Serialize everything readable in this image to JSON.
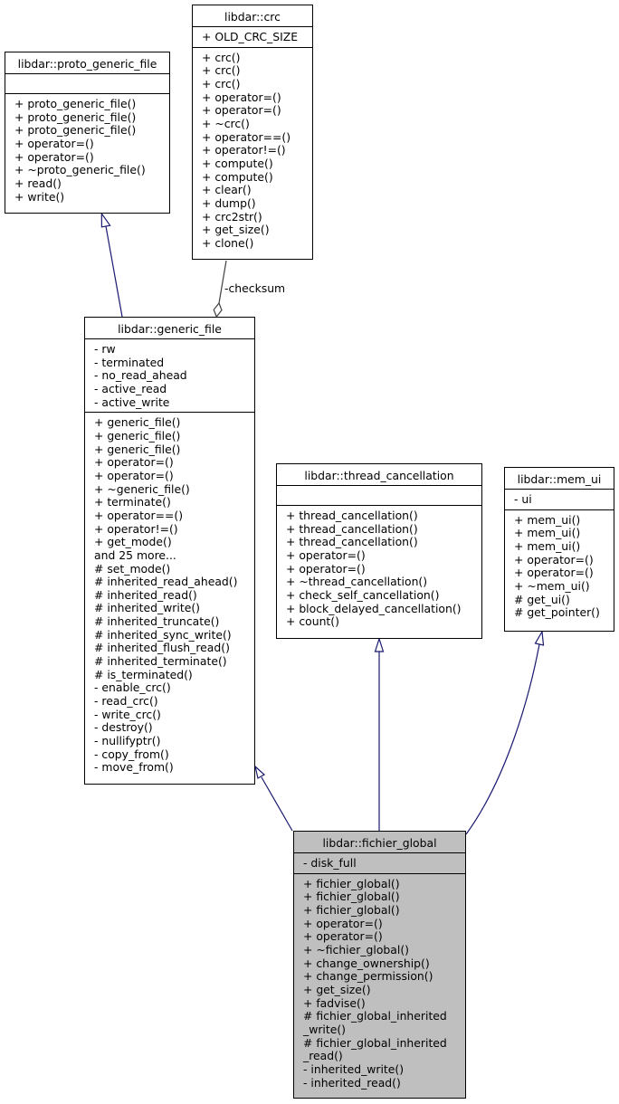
{
  "classes": [
    {
      "id": "proto",
      "title": "libdar::proto_generic_file",
      "attributes": [],
      "methods": [
        "+ proto_generic_file()",
        "+ proto_generic_file()",
        "+ proto_generic_file()",
        "+ operator=()",
        "+ operator=()",
        "+ ~proto_generic_file()",
        "+ read()",
        "+ write()"
      ]
    },
    {
      "id": "crc",
      "title": "libdar::crc",
      "attributes": [
        "+ OLD_CRC_SIZE"
      ],
      "methods": [
        "+ crc()",
        "+ crc()",
        "+ crc()",
        "+ operator=()",
        "+ operator=()",
        "+ ~crc()",
        "+ operator==()",
        "+ operator!=()",
        "+ compute()",
        "+ compute()",
        "+ clear()",
        "+ dump()",
        "+ crc2str()",
        "+ get_size()",
        "+ clone()"
      ]
    },
    {
      "id": "gf",
      "title": "libdar::generic_file",
      "attributes": [
        "- rw",
        "- terminated",
        "- no_read_ahead",
        "- active_read",
        "- active_write"
      ],
      "methods": [
        "+ generic_file()",
        "+ generic_file()",
        "+ generic_file()",
        "+ operator=()",
        "+ operator=()",
        "+ ~generic_file()",
        "+ terminate()",
        "+ operator==()",
        "+ operator!=()",
        "+ get_mode()",
        "and 25 more...",
        "# set_mode()",
        "# inherited_read_ahead()",
        "# inherited_read()",
        "# inherited_write()",
        "# inherited_truncate()",
        "# inherited_sync_write()",
        "# inherited_flush_read()",
        "# inherited_terminate()",
        "# is_terminated()",
        "- enable_crc()",
        "- read_crc()",
        "- write_crc()",
        "- destroy()",
        "- nullifyptr()",
        "- copy_from()",
        "- move_from()"
      ]
    },
    {
      "id": "tc",
      "title": "libdar::thread_cancellation",
      "attributes": [],
      "methods": [
        "+ thread_cancellation()",
        "+ thread_cancellation()",
        "+ thread_cancellation()",
        "+ operator=()",
        "+ operator=()",
        "+ ~thread_cancellation()",
        "+ check_self_cancellation()",
        "+ block_delayed_cancellation()",
        "+ count()"
      ]
    },
    {
      "id": "mem",
      "title": "libdar::mem_ui",
      "attributes": [
        "- ui"
      ],
      "methods": [
        "+ mem_ui()",
        "+ mem_ui()",
        "+ mem_ui()",
        "+ operator=()",
        "+ operator=()",
        "+ ~mem_ui()",
        "# get_ui()",
        "# get_pointer()"
      ]
    },
    {
      "id": "fg",
      "title": "libdar::fichier_global",
      "highlight": true,
      "attributes": [
        "- disk_full"
      ],
      "methods": [
        "+ fichier_global()",
        "+ fichier_global()",
        "+ fichier_global()",
        "+ operator=()",
        "+ operator=()",
        "+ ~fichier_global()",
        "+ change_ownership()",
        "+ change_permission()",
        "+ get_size()",
        "+ fadvise()",
        "# fichier_global_inherited",
        "_write()",
        "# fichier_global_inherited",
        "_read()",
        "- inherited_write()",
        "- inherited_read()"
      ]
    }
  ],
  "edges": {
    "checksum_label": "-checksum"
  }
}
